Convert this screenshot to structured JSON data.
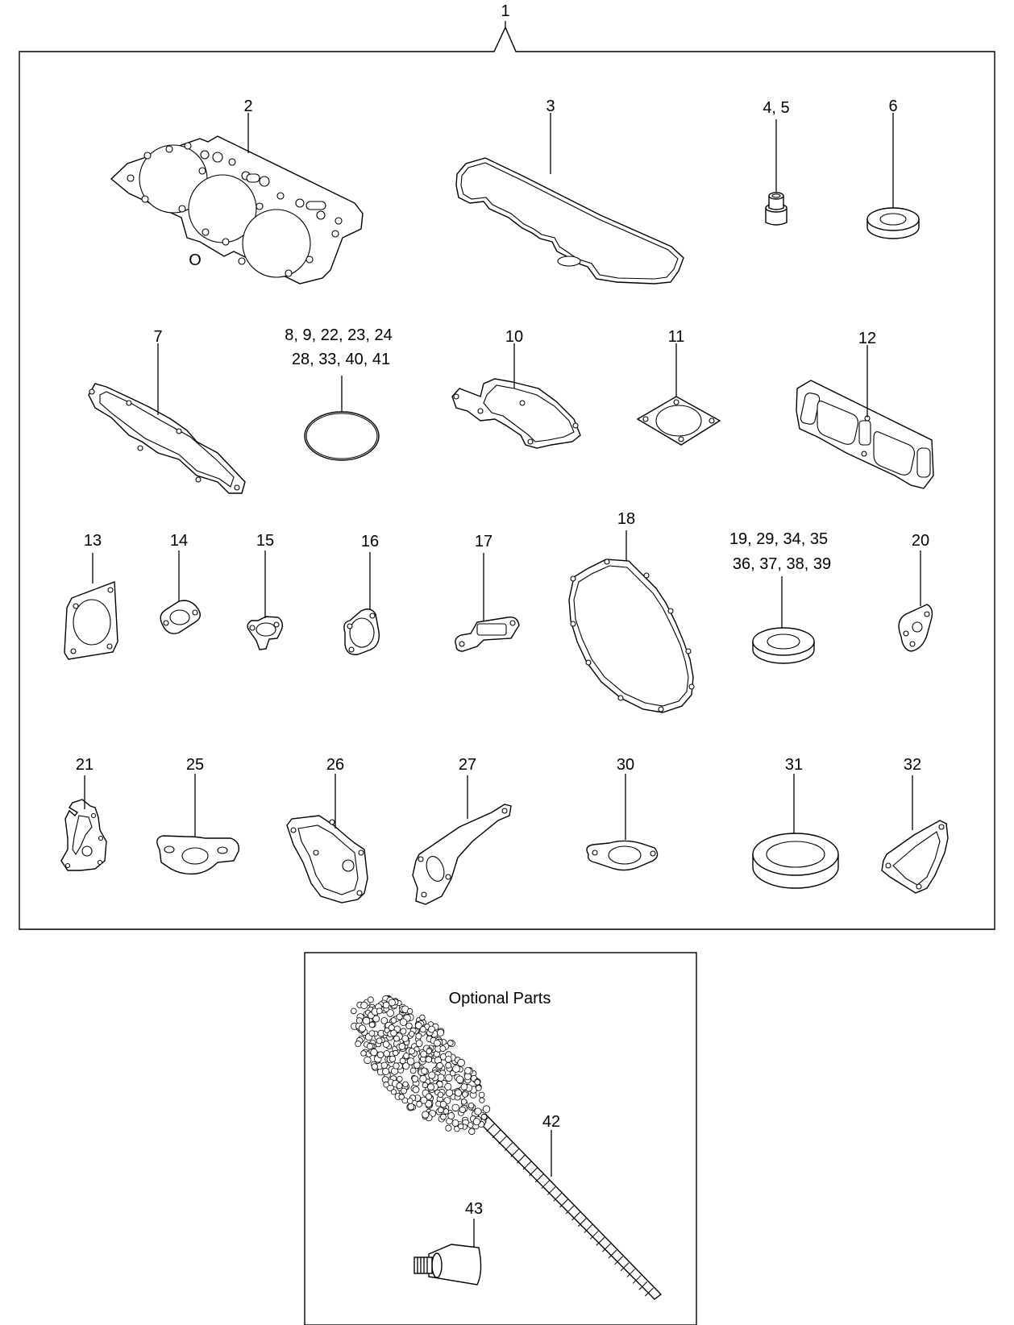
{
  "kit_callout": "1",
  "callouts": {
    "c2": "2",
    "c3": "3",
    "c45": "4, 5",
    "c6": "6",
    "c7": "7",
    "c8a": "8, 9, 22, 23, 24",
    "c8b": "28, 33, 40, 41",
    "c10": "10",
    "c11": "11",
    "c12": "12",
    "c13": "13",
    "c14": "14",
    "c15": "15",
    "c16": "16",
    "c17": "17",
    "c18": "18",
    "c19a": "19, 29, 34, 35",
    "c19b": "36, 37, 38, 39",
    "c20": "20",
    "c21": "21",
    "c25": "25",
    "c26": "26",
    "c27": "27",
    "c30": "30",
    "c31": "31",
    "c32": "32",
    "c42": "42",
    "c43": "43"
  },
  "head_gasket_mark": "O",
  "optional_title": "Optional Parts"
}
